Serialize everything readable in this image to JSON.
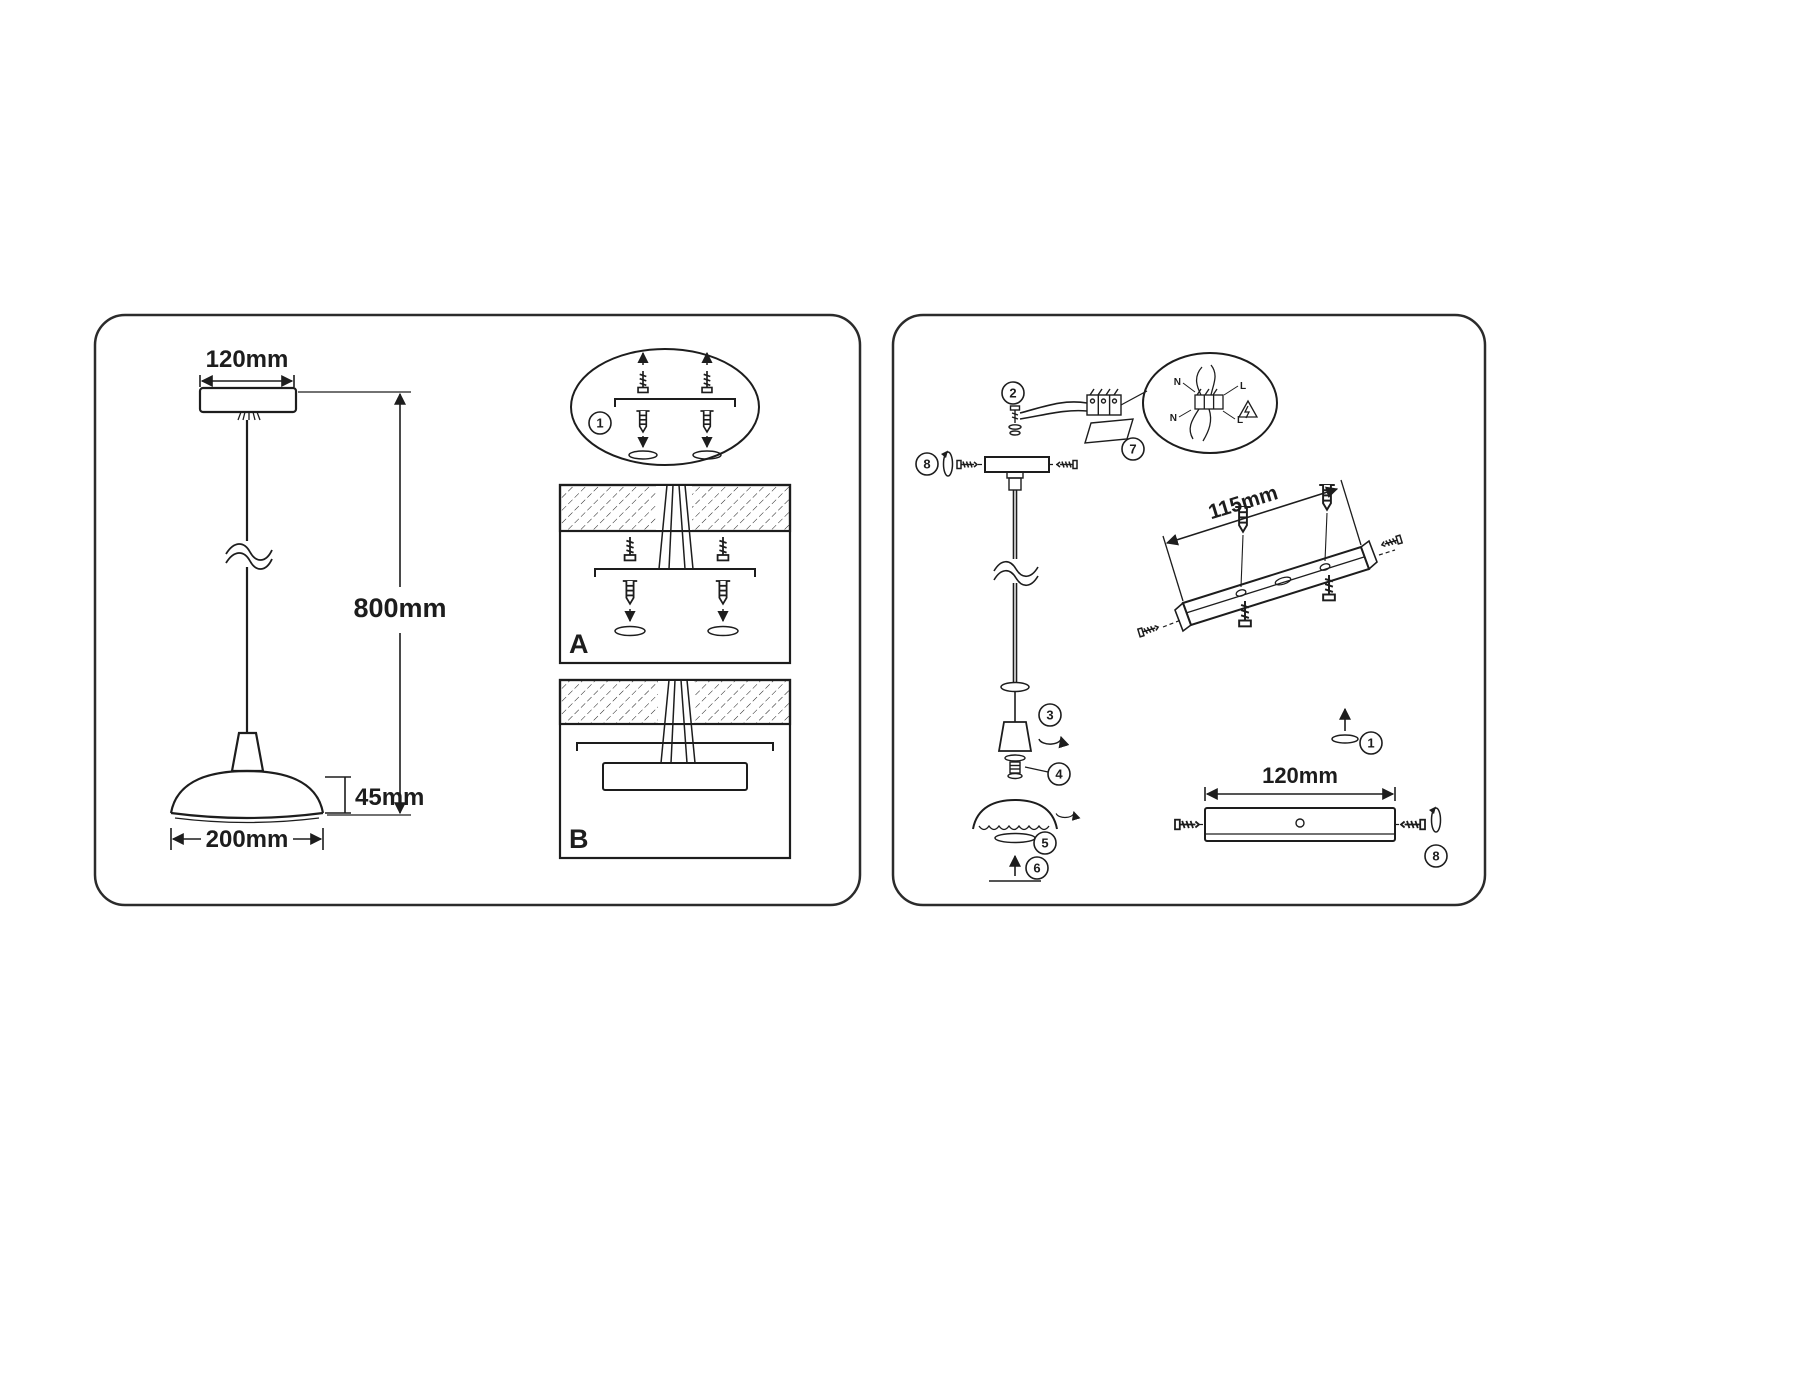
{
  "meta": {
    "background": "#ffffff",
    "ink_color": "#1d1d1d",
    "document_type": "pendant-lamp-installation-diagram"
  },
  "left_panel": {
    "dim_canopy_width": "120mm",
    "dim_drop_height": "800mm",
    "dim_shade_height": "45mm",
    "dim_shade_diameter": "200mm",
    "detail_step": "1",
    "mount_option_a": "A",
    "mount_option_b": "B"
  },
  "right_panel": {
    "steps": [
      "1",
      "2",
      "3",
      "4",
      "5",
      "6",
      "7",
      "8"
    ],
    "dim_bracket_length": "115mm",
    "dim_canopy_width": "120mm",
    "wiring_detail": {
      "neutral_top": "N",
      "line_top": "L",
      "neutral_bottom": "N",
      "line_bottom": "L"
    },
    "icons": {
      "electrical_warning": "lightning-in-triangle"
    }
  }
}
